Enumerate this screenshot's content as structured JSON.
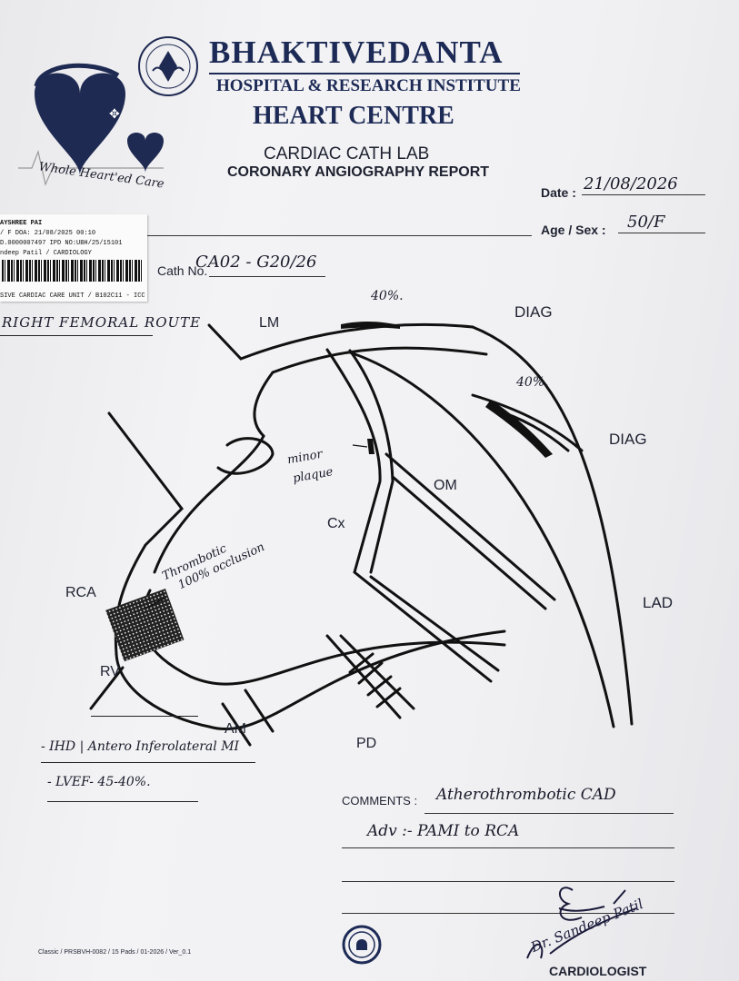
{
  "hospital": {
    "name": "BHAKTIVEDANTA",
    "subtitle": "HOSPITAL & RESEARCH INSTITUTE",
    "centre": "HEART CENTRE",
    "department": "CARDIAC CATH LAB",
    "report_title": "CORONARY ANGIOGRAPHY REPORT",
    "tagline": "Whole Heart'ed Care"
  },
  "form": {
    "date_label": "Date :",
    "date_value": "21/08/2026",
    "age_sex_label": "Age / Sex :",
    "age_sex_value": "50/F",
    "cath_no_label": "Cath No.",
    "cath_no_value": "CA02 - G20/26",
    "route_note": "RIGHT FEMORAL ROUTE"
  },
  "patient_sticker": {
    "line1": "AYSHREE PAI",
    "line2": "/ F  DOA: 21/08/2025 00:10",
    "line3": "D.0000007497 IPD NO:UBH/25/15101",
    "line4": "ndeep Patil / CARDIOLOGY",
    "line5": "SIVE CARDIAC CARE UNIT / B102C11 - ICC"
  },
  "diagram": {
    "labels": {
      "lm": "LM",
      "diag1": "DIAG",
      "diag2": "DIAG",
      "om": "OM",
      "cx": "Cx",
      "lad": "LAD",
      "rca": "RCA",
      "rv": "RV",
      "am": "AM",
      "pd": "PD"
    },
    "annotations": {
      "lm_stenosis": "40%.",
      "lad_stenosis": "40%.",
      "minor_plaque_1": "minor",
      "minor_plaque_2": "plaque",
      "rca_lesion_1": "Thrombotic",
      "rca_lesion_2": "100% occlusion"
    }
  },
  "diagnosis": {
    "line1": "- IHD | Antero Inferolateral MI",
    "line2": "- LVEF- 45-40%."
  },
  "comments": {
    "label": "COMMENTS :",
    "line1": "Atherothrombotic CAD",
    "line2": "Adv :- PAMI to RCA"
  },
  "signature": {
    "text": "Dr. Sandeep Patil",
    "role": "CARDIOLOGIST"
  },
  "footer": {
    "form_code": "Classic / PRSBVH-0082 / 15 Pads / 01-2026 / Ver_0.1"
  }
}
